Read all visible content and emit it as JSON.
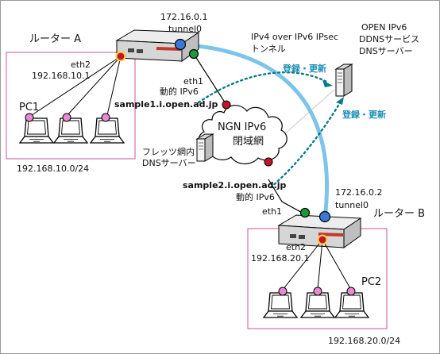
{
  "routerA": {
    "name": "ルーター A",
    "lan_if": "eth2",
    "lan_ip": "192.168.10.1",
    "wan_if": "eth1",
    "tunnel_ip": "172.16.0.1",
    "tunnel_if": "tunnel0",
    "wan_addr": "動的 IPv6",
    "fqdn": "sample1.i.open.ad.jp"
  },
  "routerB": {
    "name": "ルーター B",
    "lan_if": "eth2",
    "lan_ip": "192.168.20.1",
    "wan_if": "eth1",
    "tunnel_ip": "172.16.0.2",
    "tunnel_if": "tunnel0",
    "wan_addr": "動的 IPv6",
    "fqdn": "sample2.i.open.ad.jp"
  },
  "lanA": {
    "pc_label": "PC1",
    "subnet": "192.168.10.0/24"
  },
  "lanB": {
    "pc_label": "PC2",
    "subnet": "192.168.20.0/24"
  },
  "tunnel": {
    "label_line1": "IPv4 over IPv6 IPsec",
    "label_line2": "トンネル"
  },
  "ddns": {
    "line1": "OPEN IPv6",
    "line2": "DDNSサービス",
    "line3": "DNSサーバー",
    "register_label": "登録・更新"
  },
  "ngn": {
    "line1": "NGN IPv6",
    "line2": "閉域網",
    "dns_line1": "フレッツ網内",
    "dns_line2": "DNSサーバー"
  },
  "colors": {
    "tunnel": "#7cc4ea",
    "registration": "#0a7a86",
    "lan_border": "#c8559d",
    "pc_port": "#e88ad1",
    "wan_port": "#c4162a",
    "tunnel_endpoint": "#3b78d8",
    "lan_port": "#1a9b3a"
  }
}
